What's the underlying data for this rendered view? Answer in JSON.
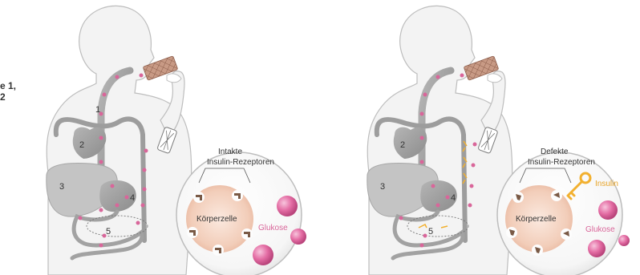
{
  "edge_caption": [
    "e 1,",
    "2"
  ],
  "left_panel": {
    "numbers": [
      "1",
      "2",
      "3",
      "4",
      "5"
    ],
    "receptor_label": [
      "Intakte",
      "Insulin-Rezeptoren"
    ],
    "cell_label": "Körperzelle",
    "glucose_label": "Glukose"
  },
  "right_panel": {
    "numbers": [
      "2",
      "3",
      "4",
      "5"
    ],
    "receptor_label": [
      "Defekte",
      "Insulin-Rezeptoren"
    ],
    "cell_label": "Körperzelle",
    "glucose_label": "Glukose",
    "insulin_label": "Insulin"
  },
  "colors": {
    "organ": "#9a9a9a",
    "glucose": "#e46da4",
    "insulin": "#f2b02f",
    "cell": "#f2cdb9",
    "receptor": "#7a5a46",
    "wafer": "#c99a86"
  }
}
